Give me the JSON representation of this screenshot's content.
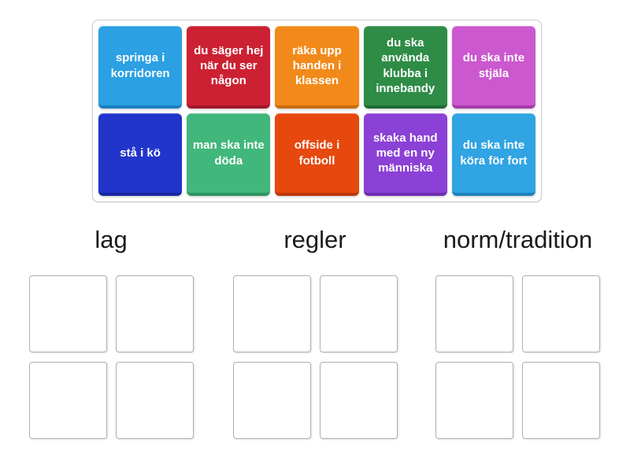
{
  "tray": {
    "tiles": [
      {
        "label": "springa i korridoren",
        "color": "#2ba0e3",
        "edge": "#1b7ec2"
      },
      {
        "label": "du säger hej när du ser någon",
        "color": "#cc2132",
        "edge": "#a2182b"
      },
      {
        "label": "räka upp handen i klassen",
        "color": "#f28a1b",
        "edge": "#c96e0e"
      },
      {
        "label": "du ska använda klubba i innebandy",
        "color": "#2e8c46",
        "edge": "#206b33"
      },
      {
        "label": "du ska inte stjäla",
        "color": "#cb58ce",
        "edge": "#a73cab"
      },
      {
        "label": "stå i kö",
        "color": "#2135cb",
        "edge": "#1826a0"
      },
      {
        "label": "man ska inte döda",
        "color": "#41b77b",
        "edge": "#2e9661"
      },
      {
        "label": "offside i fotboll",
        "color": "#e7480e",
        "edge": "#bc3808"
      },
      {
        "label": "skaka hand med en ny människa",
        "color": "#8b40d6",
        "edge": "#6e2eb2"
      },
      {
        "label": "du ska inte köra för fort",
        "color": "#31a4e3",
        "edge": "#1e82bd"
      }
    ]
  },
  "groups": [
    {
      "label": "lag"
    },
    {
      "label": "regler"
    },
    {
      "label": "norm/tradition"
    }
  ],
  "colors": {
    "header_text": "#1b1b1b",
    "tray_border": "#cbcbcb",
    "slot_border": "#b0b0b0"
  }
}
